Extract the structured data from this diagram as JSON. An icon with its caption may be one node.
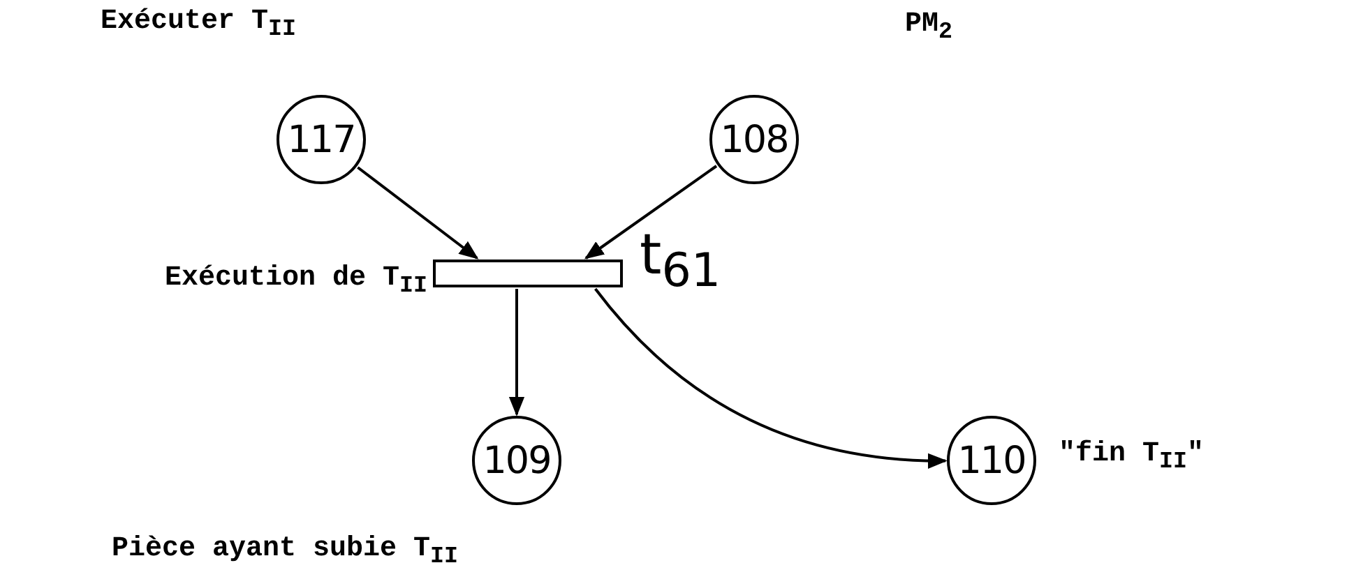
{
  "diagram": {
    "nodes": [
      {
        "text": [
          "117"
        ],
        "beside": [
          "Exécuter T$_{II}$"
        ]
      },
      {
        "text": [
          "108"
        ]
      },
      {
        "text": [],
        "shape": "bar",
        "beside": [
          "Exécution de T$_{II}$",
          "t$_{61}$"
        ]
      },
      {
        "text": [
          "109"
        ],
        "beside": [
          "Pièce ayant subie T$_{II}$"
        ]
      },
      {
        "text": [
          "110"
        ],
        "beside": [
          "\"fin T$_{II}$\""
        ]
      }
    ],
    "edges": [
      {
        "from": 0,
        "to": 2,
        "arrow": "to"
      },
      {
        "from": 1,
        "to": 2,
        "arrow": "to"
      },
      {
        "from": 2,
        "to": 3,
        "arrow": "to"
      },
      {
        "from": 2,
        "to": 4,
        "arrow": "to"
      }
    ],
    "labels": [
      "PM$_{2}$"
    ]
  }
}
